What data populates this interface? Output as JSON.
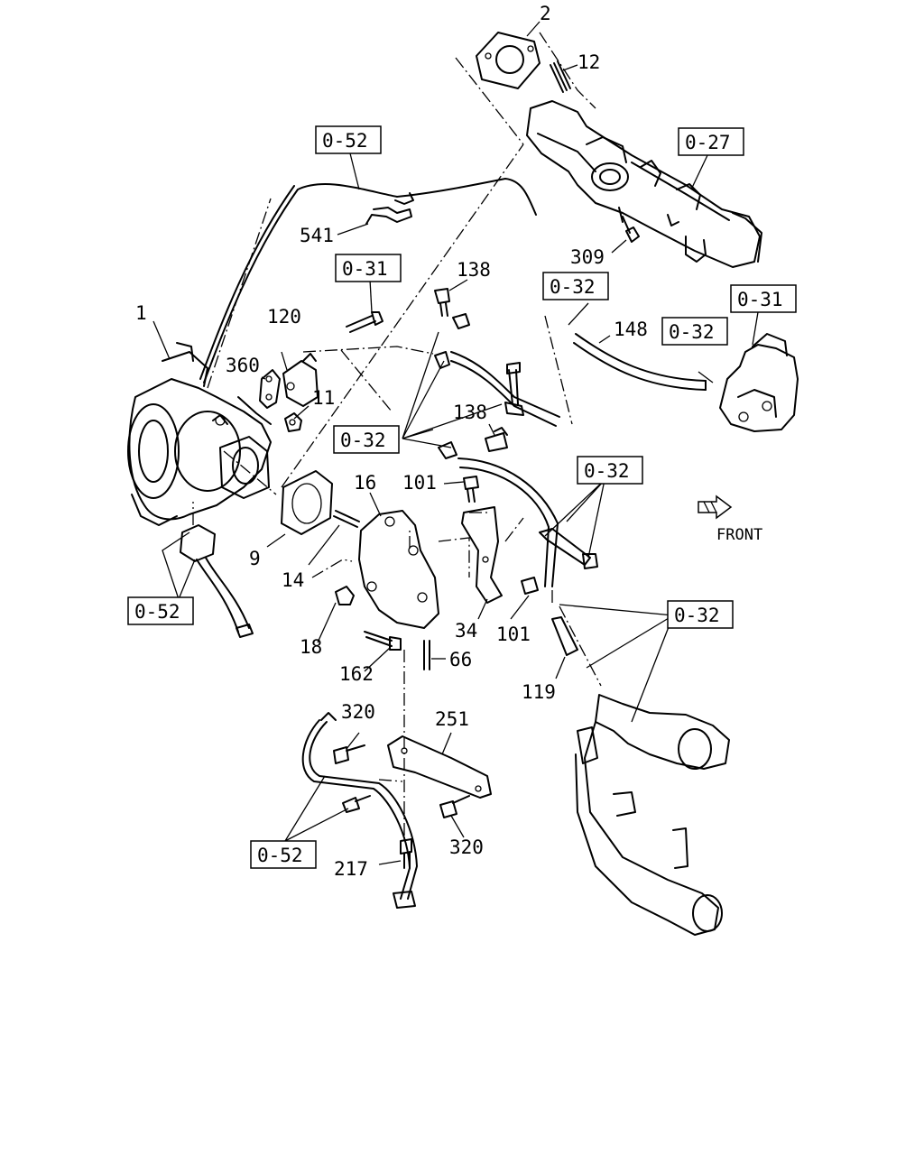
{
  "callouts": {
    "c2": "2",
    "c12": "12",
    "c541": "541",
    "c309": "309",
    "c138a": "138",
    "c1": "1",
    "c120": "120",
    "c360": "360",
    "c148": "148",
    "c11": "11",
    "c138b": "138",
    "c16": "16",
    "c101a": "101",
    "c9": "9",
    "c14": "14",
    "c18": "18",
    "c34": "34",
    "c101b": "101",
    "c162": "162",
    "c66": "66",
    "c119": "119",
    "c320a": "320",
    "c251": "251",
    "c320b": "320",
    "c217": "217"
  },
  "refs": {
    "r052_top": "0-52",
    "r027": "0-27",
    "r031_mid": "0-31",
    "r032_top": "0-32",
    "r031_right": "0-31",
    "r032_right": "0-32",
    "r032_mid": "0-32",
    "r032_b": "0-32",
    "r052_left": "0-52",
    "r032_c": "0-32",
    "r052_bottom": "0-52"
  },
  "direction": {
    "label": "FRONT",
    "icon": "front-arrow-icon"
  }
}
